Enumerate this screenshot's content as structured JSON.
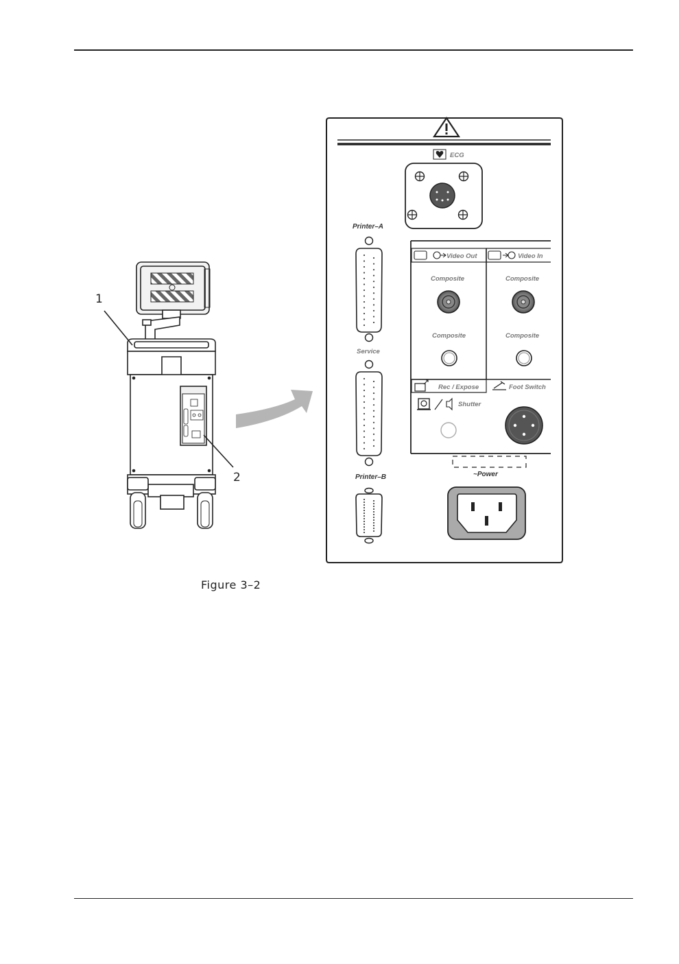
{
  "figure": {
    "caption": "Figure 3–2",
    "callouts": [
      "1",
      "2"
    ]
  },
  "panel": {
    "ecg_label": "ECG",
    "printer_a_label": "Printer–A",
    "service_label": "Service",
    "printer_b_label": "Printer–B",
    "video_out_label": "Video  Out",
    "video_in_label": "Video  In",
    "composite_label": "Composite",
    "rec_expose_label": "Rec  /  Expose",
    "foot_switch_label": "Foot  Switch",
    "shutter_label": "Shutter",
    "power_label": "~Power"
  }
}
